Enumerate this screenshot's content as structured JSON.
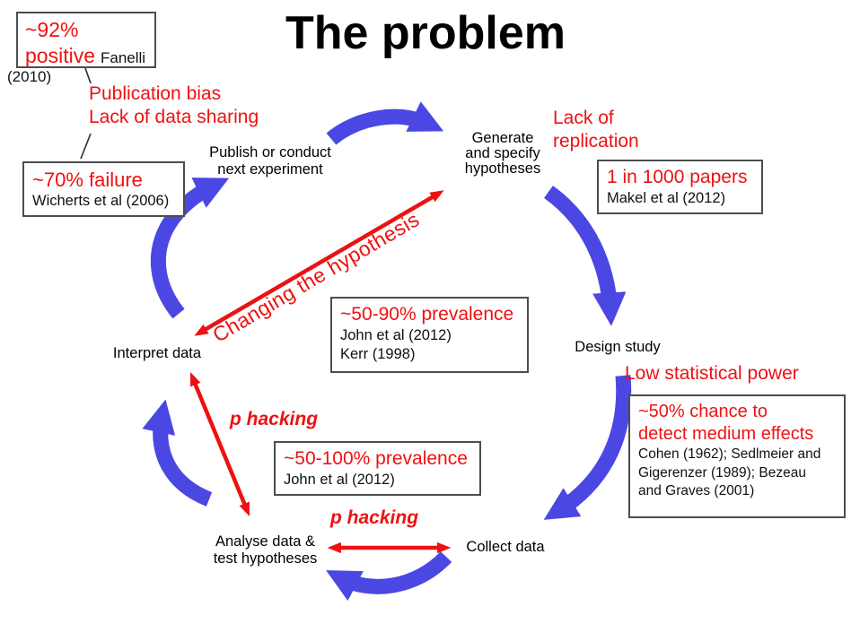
{
  "slide": {
    "title": "The problem"
  },
  "colors": {
    "annotation_red": "#ee1111",
    "arrow_blue": "#4b47e3",
    "box_border_gray": "#4d4d4d",
    "text_black": "#000000",
    "background": "#ffffff"
  },
  "cycle_nodes": {
    "publish": "Publish or conduct\nnext experiment",
    "generate": "Generate\nand specify\nhypotheses",
    "design": "Design study",
    "collect": "Collect data",
    "analyse": "Analyse data &\ntest hypotheses",
    "interpret": "Interpret data"
  },
  "annotations": {
    "publication_bias": "Publication bias\nLack of data sharing",
    "lack_of_replication": "Lack of\nreplication",
    "low_statistical_power": "Low statistical power",
    "changing_the_hypothesis": "Changing the hypothesis",
    "p_hacking_interpret": "p hacking",
    "p_hacking_collect": "p hacking"
  },
  "evidence_boxes": {
    "fanelli": {
      "stat_line1": "~92%",
      "stat_line2": "positive",
      "citation_inline": "Fanelli",
      "citation_below": "(2010)"
    },
    "wicherts": {
      "stat": "~70% failure",
      "citation": "Wicherts et al (2006)"
    },
    "makel": {
      "stat": "1 in 1000 papers",
      "citation": "Makel et al (2012)"
    },
    "john_kerr": {
      "stat": "~50-90% prevalence",
      "citation": "John et al (2012)\nKerr (1998)"
    },
    "cohen": {
      "stat": "~50% chance to\ndetect medium effects",
      "citation": "Cohen (1962); Sedlmeier and\nGigerenzer (1989); Bezeau\nand Graves (2001)"
    },
    "john": {
      "stat": "~50-100% prevalence",
      "citation": "John et al (2012)"
    }
  }
}
